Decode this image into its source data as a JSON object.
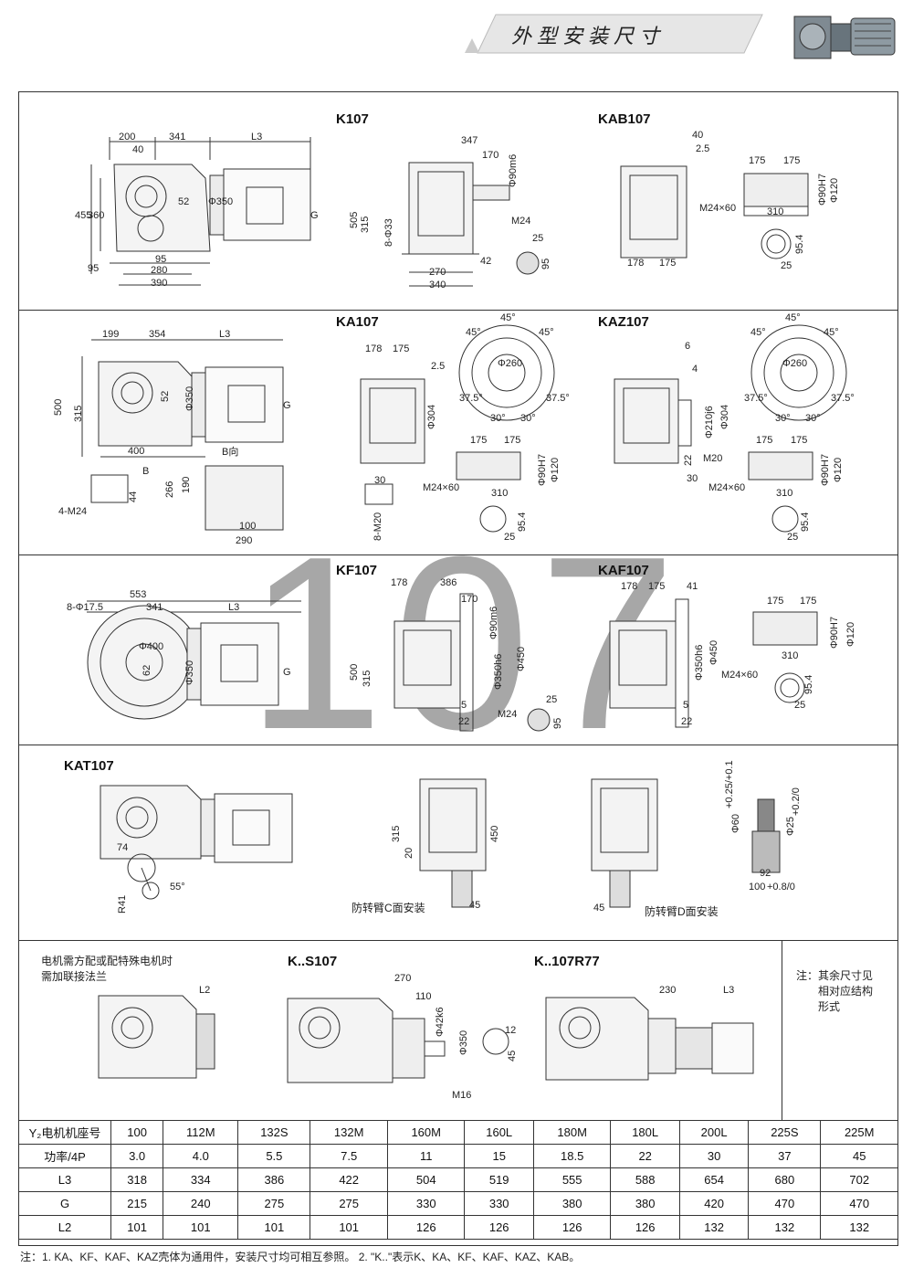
{
  "header": {
    "title": "外型安装尺寸"
  },
  "sections": {
    "k107": {
      "title": "K107"
    },
    "kab107": {
      "title": "KAB107"
    },
    "ka107": {
      "title": "KA107"
    },
    "kaz107": {
      "title": "KAZ107"
    },
    "kf107": {
      "title": "KF107"
    },
    "kaf107": {
      "title": "KAF107"
    },
    "kat107": {
      "title": "KAT107"
    },
    "ks107": {
      "title": "K..S107"
    },
    "kr77": {
      "title": "K..107R77"
    }
  },
  "watermark": "107",
  "dims": {
    "k107": [
      "200",
      "341",
      "L3",
      "40",
      "455",
      "360",
      "52",
      "Φ350",
      "G",
      "95",
      "95",
      "280",
      "390"
    ],
    "k107_side": [
      "347",
      "170",
      "Φ90m6",
      "505",
      "315",
      "8-Φ33",
      "M24",
      "25",
      "95",
      "42",
      "270",
      "340"
    ],
    "kab107": [
      "40",
      "2.5",
      "175",
      "175",
      "M24×60",
      "310",
      "Φ90H7",
      "Φ120",
      "95.4",
      "25",
      "178",
      "175"
    ],
    "ka107": [
      "199",
      "354",
      "L3",
      "500",
      "315",
      "52",
      "Φ350",
      "G",
      "400",
      "B向",
      "B",
      "4-M24",
      "44",
      "266",
      "190",
      "100",
      "290"
    ],
    "ka107_side": [
      "178",
      "175",
      "2.5",
      "Φ304",
      "45°",
      "45°",
      "45°",
      "Φ260",
      "37.5°",
      "30°",
      "30°",
      "37.5°",
      "30",
      "8-M20",
      "175",
      "175",
      "M24×60",
      "310",
      "Φ90H7",
      "Φ120",
      "95.4",
      "25"
    ],
    "kaz107": [
      "6",
      "4",
      "Φ210j6",
      "Φ304",
      "22",
      "M20",
      "30",
      "45°",
      "45°",
      "45°",
      "Φ260",
      "37.5°",
      "30°",
      "30°",
      "37.5°",
      "175",
      "175",
      "M24×60",
      "310",
      "Φ90H7",
      "Φ120",
      "95.4",
      "25"
    ],
    "kf107": [
      "553",
      "341",
      "L3",
      "8-Φ17.5",
      "Φ400",
      "62",
      "Φ350",
      "G"
    ],
    "kf107_side": [
      "178",
      "386",
      "170",
      "Φ90m6",
      "500",
      "315",
      "Φ350h6",
      "Φ450",
      "5",
      "22",
      "M24",
      "25",
      "95"
    ],
    "kaf107": [
      "178",
      "175",
      "41",
      "Φ350h6",
      "Φ450",
      "5",
      "22",
      "175",
      "175",
      "310",
      "Φ90H7",
      "Φ120",
      "M24×60",
      "95.4",
      "25"
    ],
    "kat107": [
      "74",
      "R41",
      "55°"
    ],
    "kat107_c": [
      "315",
      "20",
      "450",
      "45"
    ],
    "kat107_d": [
      "45"
    ],
    "kat107_pin": [
      "Φ60",
      "+0.25/+0.1",
      "Φ25",
      "+0.2/0",
      "92",
      "100",
      "+0.8/0"
    ],
    "ks107": [
      "270",
      "110",
      "Φ42k6",
      "Φ350",
      "12",
      "45",
      "M16"
    ],
    "kr77": [
      "230",
      "L3"
    ],
    "l2": [
      "L2"
    ]
  },
  "captions": {
    "kat_c": "防转臂C面安装",
    "kat_d": "防转臂D面安装",
    "flange_note": [
      "电机需方配或配特殊电机时",
      "需加联接法兰"
    ],
    "side_note": [
      "注：其余尺寸见",
      "相对应结构",
      "形式"
    ]
  },
  "table": {
    "rows": [
      {
        "label": "Y₂电机机座号",
        "values": [
          "100",
          "112M",
          "132S",
          "132M",
          "160M",
          "160L",
          "180M",
          "180L",
          "200L",
          "225S",
          "225M"
        ]
      },
      {
        "label": "功率/4P",
        "values": [
          "3.0",
          "4.0",
          "5.5",
          "7.5",
          "11",
          "15",
          "18.5",
          "22",
          "30",
          "37",
          "45"
        ]
      },
      {
        "label": "L3",
        "values": [
          "318",
          "334",
          "386",
          "422",
          "504",
          "519",
          "555",
          "588",
          "654",
          "680",
          "702"
        ]
      },
      {
        "label": "G",
        "values": [
          "215",
          "240",
          "275",
          "275",
          "330",
          "330",
          "380",
          "380",
          "420",
          "470",
          "470"
        ]
      },
      {
        "label": "L2",
        "values": [
          "101",
          "101",
          "101",
          "101",
          "126",
          "126",
          "126",
          "126",
          "132",
          "132",
          "132"
        ]
      }
    ]
  },
  "footnote": "注：1. KA、KF、KAF、KAZ壳体为通用件，安装尺寸均可相互参照。  2. \"K..\"表示K、KA、KF、KAF、KAZ、KAB。"
}
